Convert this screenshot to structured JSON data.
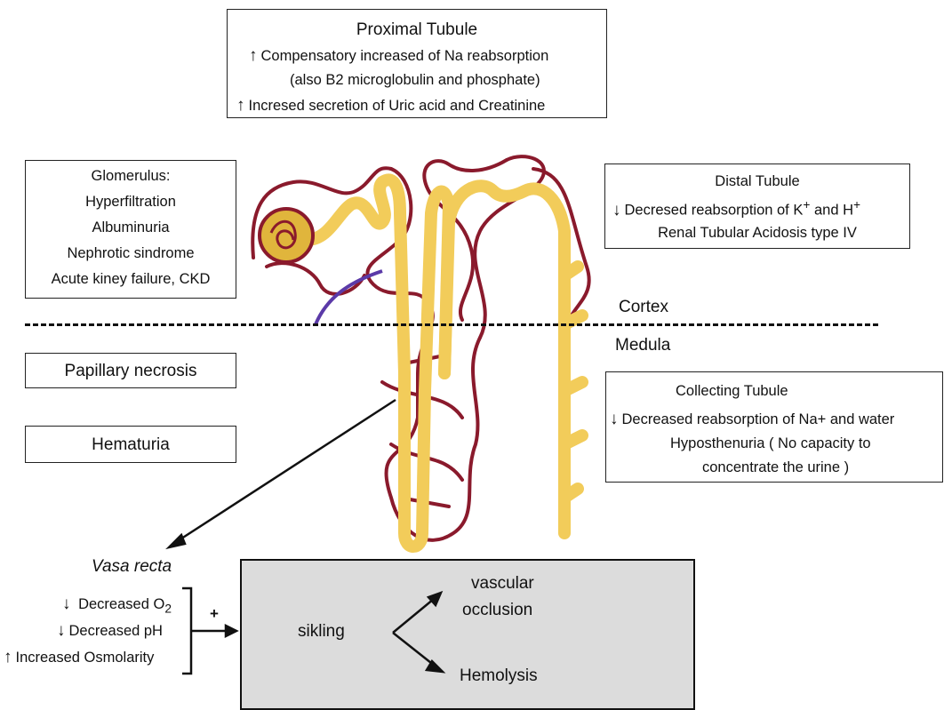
{
  "proximal": {
    "title": "Proximal Tubule",
    "line1": "Compensatory increased of Na reabsorption",
    "line2": "(also B2 microglobulin and phosphate)",
    "line3": "Incresed secretion of Uric acid and Creatinine",
    "up_arrow": "↑"
  },
  "glomerulus": {
    "title": "Glomerulus:",
    "items": [
      "Hyperfiltration",
      "Albuminuria",
      "Nephrotic sindrome",
      "Acute kiney failure, CKD"
    ]
  },
  "distal": {
    "title": "Distal  Tubule",
    "line1_prefix": "Decresed reabsorption of K",
    "line1_mid": " and H",
    "sup": "+",
    "line2": "Renal Tubular Acidosis type IV",
    "down_arrow": "↓"
  },
  "zones": {
    "cortex": "Cortex",
    "medula": "Medula"
  },
  "left_boxes": {
    "papillary": "Papillary necrosis",
    "hematuria": "Hematuria"
  },
  "collecting": {
    "title": "Collecting Tubule",
    "line1": "Decreased reabsorption of Na+ and water",
    "line2": "Hyposthenuria ( No capacity to",
    "line3": "concentrate the urine )",
    "down_arrow": "↓"
  },
  "vasa": {
    "title": "Vasa recta",
    "o2_prefix": "Decreased O",
    "o2_sub": "2",
    "ph": "Decreased pH",
    "osm": "Increased Osmolarity",
    "plus": "+",
    "down_arrow": "↓",
    "up_arrow": "↑"
  },
  "sickling": {
    "sikling": "sikling",
    "vascular": "vascular",
    "occlusion": "occlusion",
    "hemolysis": "Hemolysis"
  },
  "colors": {
    "tubule": "#f2cc5a",
    "tubule_dark": "#e0b53c",
    "vessel": "#8a1a2c",
    "vein": "#5b3aa8",
    "panel": "#dcdcdc"
  }
}
